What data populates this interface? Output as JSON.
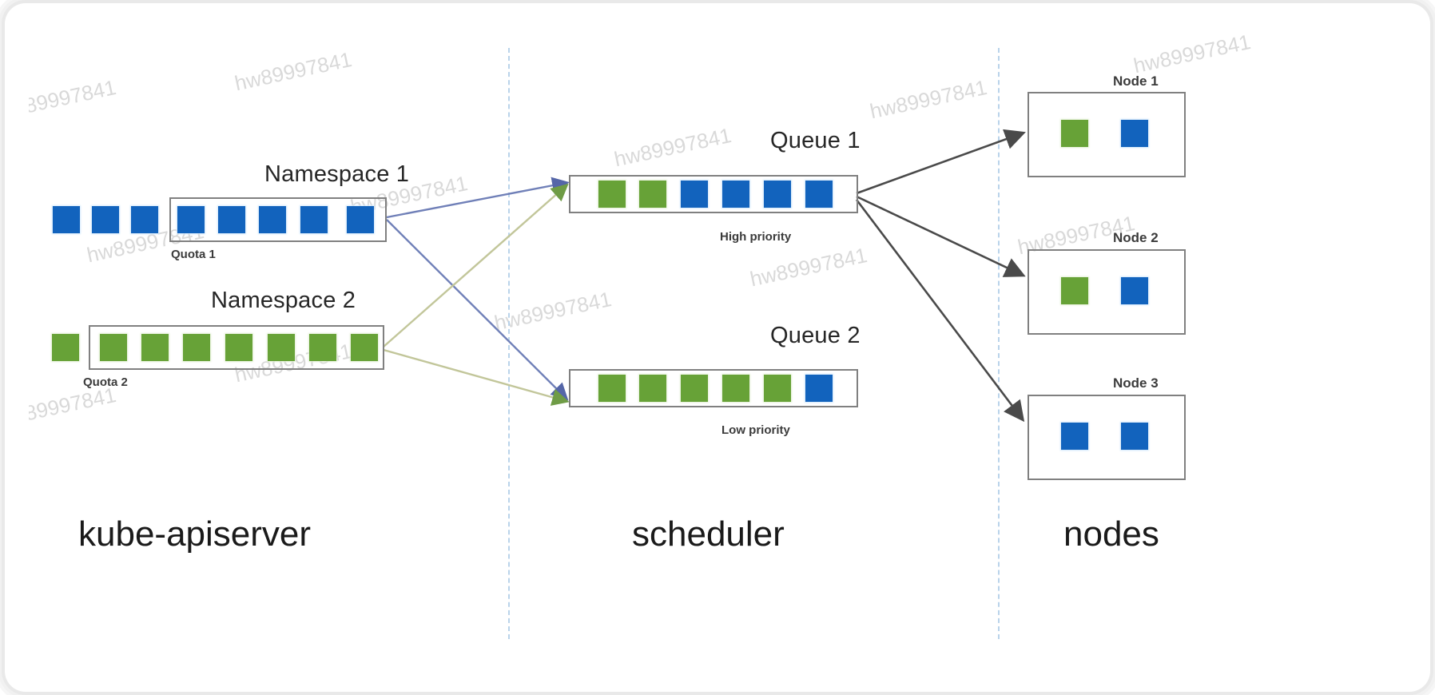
{
  "diagram": {
    "title": "kubernetes scheduler queueing architecture",
    "watermark_text": "hw89997841",
    "colors": {
      "pod_blue": "#1263bd",
      "pod_green": "#67a237",
      "rect_border": "#808080",
      "divider": "#b9d3ea",
      "arrow_ns1": "#7080b8",
      "arrow_ns2": "#c2c69a",
      "arrow_node": "#4a4a4a",
      "frame": "#e9e9e9"
    },
    "sections": [
      {
        "id": "apiserver",
        "label": "kube-apiserver"
      },
      {
        "id": "scheduler",
        "label": "scheduler"
      },
      {
        "id": "nodes",
        "label": "nodes"
      }
    ],
    "namespaces": [
      {
        "id": "namespace-1",
        "label": "Namespace 1",
        "quota_label": "Quota 1",
        "pod_count": 8,
        "pod_color": "blue",
        "quota_starts_at_pod": 4
      },
      {
        "id": "namespace-2",
        "label": "Namespace 2",
        "quota_label": "Quota 2",
        "pod_count": 8,
        "pod_color": "green",
        "quota_starts_at_pod": 2
      }
    ],
    "queues": [
      {
        "id": "queue-1",
        "label": "Queue 1",
        "priority_label": "High priority",
        "pods": [
          "green",
          "green",
          "blue",
          "blue",
          "blue",
          "blue"
        ]
      },
      {
        "id": "queue-2",
        "label": "Queue 2",
        "priority_label": "Low priority",
        "pods": [
          "green",
          "green",
          "green",
          "green",
          "green",
          "blue"
        ]
      }
    ],
    "nodes": [
      {
        "id": "node-1",
        "label": "Node 1",
        "pods": [
          "green",
          "blue"
        ]
      },
      {
        "id": "node-2",
        "label": "Node 2",
        "pods": [
          "green",
          "blue"
        ]
      },
      {
        "id": "node-3",
        "label": "Node 3",
        "pods": [
          "blue",
          "blue"
        ]
      }
    ]
  }
}
